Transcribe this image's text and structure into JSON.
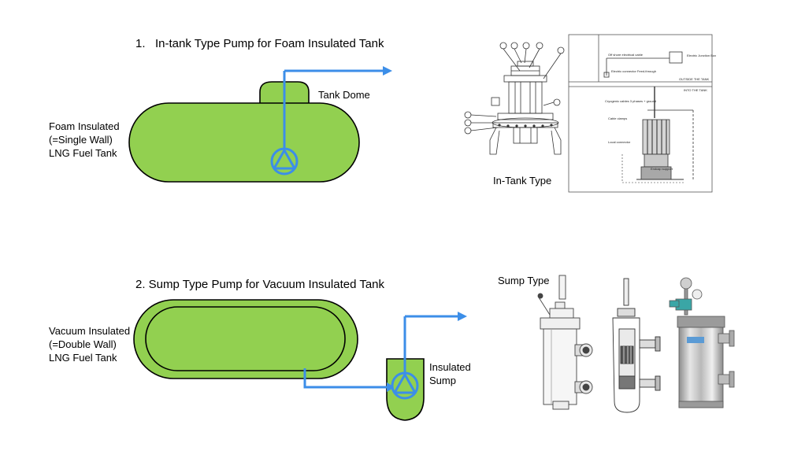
{
  "section1": {
    "title": "1.   In-tank Type Pump for Foam Insulated Tank",
    "tank_label": "Foam Insulated\n(=Single Wall)\nLNG Fuel Tank",
    "dome_label": "Tank Dome",
    "photo_label": "In-Tank Type",
    "drawing_text": {
      "cable": "Off shore electrical cable",
      "junction": "Electric Junction Box",
      "connector": "Electric connector Feed-through",
      "outside": "OUTSIDE THE TANK",
      "into": "INTO THE TANK",
      "cryo": "Cryogenic cables 3 phases + ground",
      "cable_clamps": "Cable clamps",
      "local": "Local connector",
      "support": "Endcap support"
    }
  },
  "section2": {
    "title": "2. Sump Type Pump for Vacuum Insulated Tank",
    "tank_label": "Vacuum Insulated\n(=Double Wall)\nLNG Fuel Tank",
    "sump_label": "Insulated\nSump",
    "photo_label": "Sump Type"
  },
  "colors": {
    "tank_fill": "#92d050",
    "outline": "#000000",
    "pipe": "#3c8ee8"
  }
}
